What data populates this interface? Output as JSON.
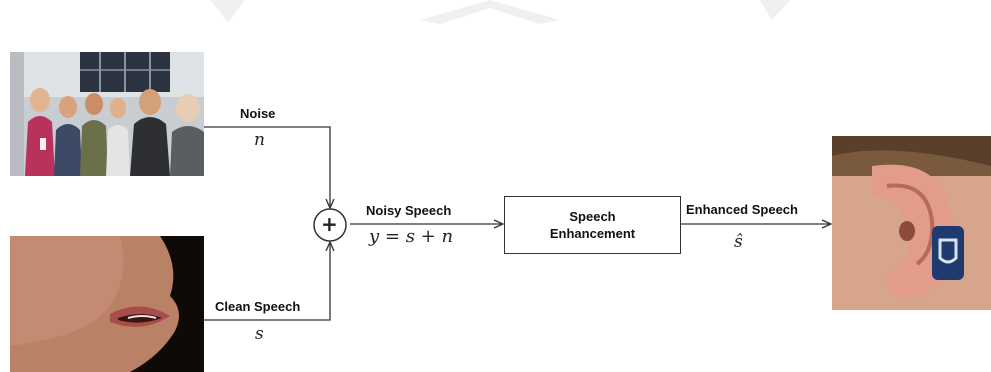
{
  "diagram": {
    "noise": {
      "label": "Noise",
      "symbol": "n"
    },
    "clean": {
      "label": "Clean Speech",
      "symbol": "s"
    },
    "adder": {
      "symbol": "+"
    },
    "noisy": {
      "label": "Noisy Speech",
      "equation": "y = s + n"
    },
    "block": {
      "line1": "Speech",
      "line2": "Enhancement"
    },
    "enhanced": {
      "label": "Enhanced Speech",
      "symbol": "ŝ"
    }
  },
  "images": {
    "crowd": "crowd-photo",
    "mouth": "mouth-photo",
    "ear": "ear-with-hearing-aid-photo"
  },
  "colors": {
    "line": "#333333",
    "text": "#111111",
    "background": "#ffffff"
  }
}
